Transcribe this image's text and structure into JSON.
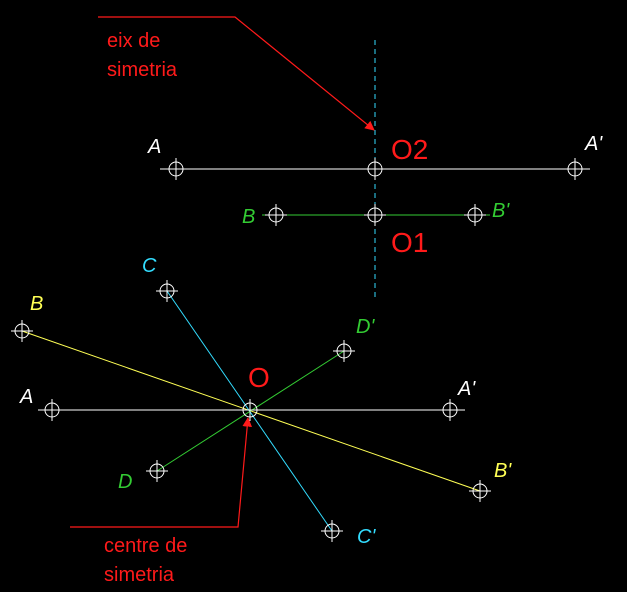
{
  "colors": {
    "background": "#000000",
    "white": "#ffffff",
    "red": "#ff1a1a",
    "green": "#33cc33",
    "cyan": "#33ddff",
    "yellow": "#ffff55"
  },
  "top": {
    "annotation": {
      "line1": "eix de",
      "line2": "simetria"
    },
    "centers": {
      "o2": "O2",
      "o1": "O1"
    },
    "points": {
      "a": "A",
      "a_prime": "A'",
      "b": "B",
      "b_prime": "B'"
    }
  },
  "bottom": {
    "annotation": {
      "line1": "centre de",
      "line2": "simetria"
    },
    "center": "O",
    "points": {
      "a": "A",
      "a_prime": "A'",
      "b": "B",
      "b_prime": "B'",
      "c": "C",
      "c_prime": "C'",
      "d": "D",
      "d_prime": "D'"
    }
  }
}
